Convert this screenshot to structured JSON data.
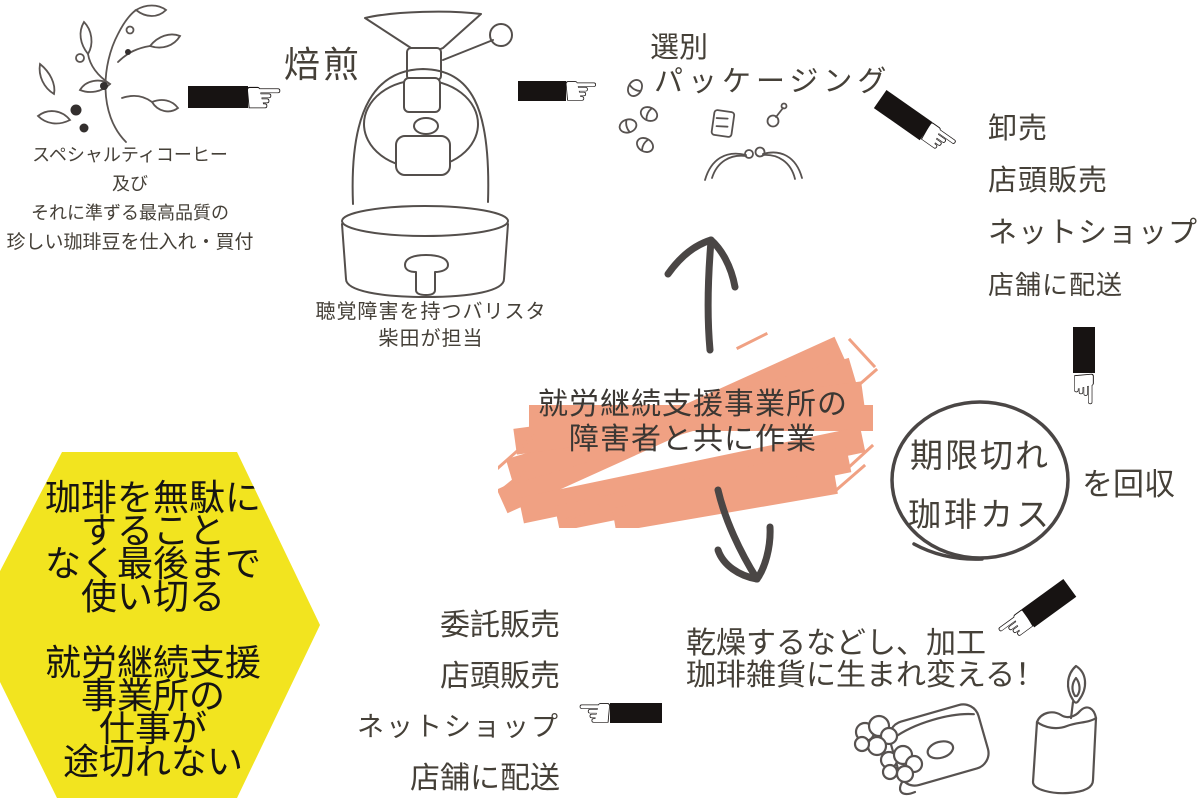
{
  "diagram": {
    "sourcing": {
      "caption_lines": [
        "スペシャルティコーヒー",
        "及び",
        "それに準ずる最高品質の",
        "珍しい珈琲豆を仕入れ・買付"
      ]
    },
    "roasting": {
      "title": "焙煎",
      "caption_lines": [
        "聴覚障害を持つバリスタ",
        "柴田が担当"
      ]
    },
    "sorting": {
      "title_line1": "選別",
      "title_line2": "パッケージング"
    },
    "sales_top": {
      "items": [
        "卸売",
        "店頭販売",
        "ネットショップ",
        "店舗に配送"
      ]
    },
    "collect": {
      "circle_line1": "期限切れ",
      "circle_line2": "珈琲カス",
      "suffix": "を回収"
    },
    "center_note": {
      "line1": "就労継続支援事業所の",
      "line2": "障害者と共に作業"
    },
    "upcycle": {
      "line1": "乾燥するなどし、加工",
      "line2": "珈琲雑貨に生まれ変える！"
    },
    "sales_bottom": {
      "items": [
        "委託販売",
        "店頭販売",
        "ネットショップ",
        "店舗に配送"
      ]
    },
    "hexagon": {
      "top_lines": [
        "珈琲を無駄に",
        "すること",
        "なく最後まで",
        "使い切る"
      ],
      "bottom_lines": [
        "就労継続支援",
        "事業所の",
        "仕事が",
        "途切れない"
      ]
    }
  },
  "icons": {
    "pointing_hand_right": "☞",
    "pointing_hand_left": "☜",
    "pointing_hand_down": "☟"
  },
  "colors": {
    "highlight_salmon": "#F0A183",
    "hexagon_yellow": "#F2E41F",
    "ink": "#433E3B",
    "arrow_gray": "#4A4645",
    "hand_black": "#171312"
  }
}
